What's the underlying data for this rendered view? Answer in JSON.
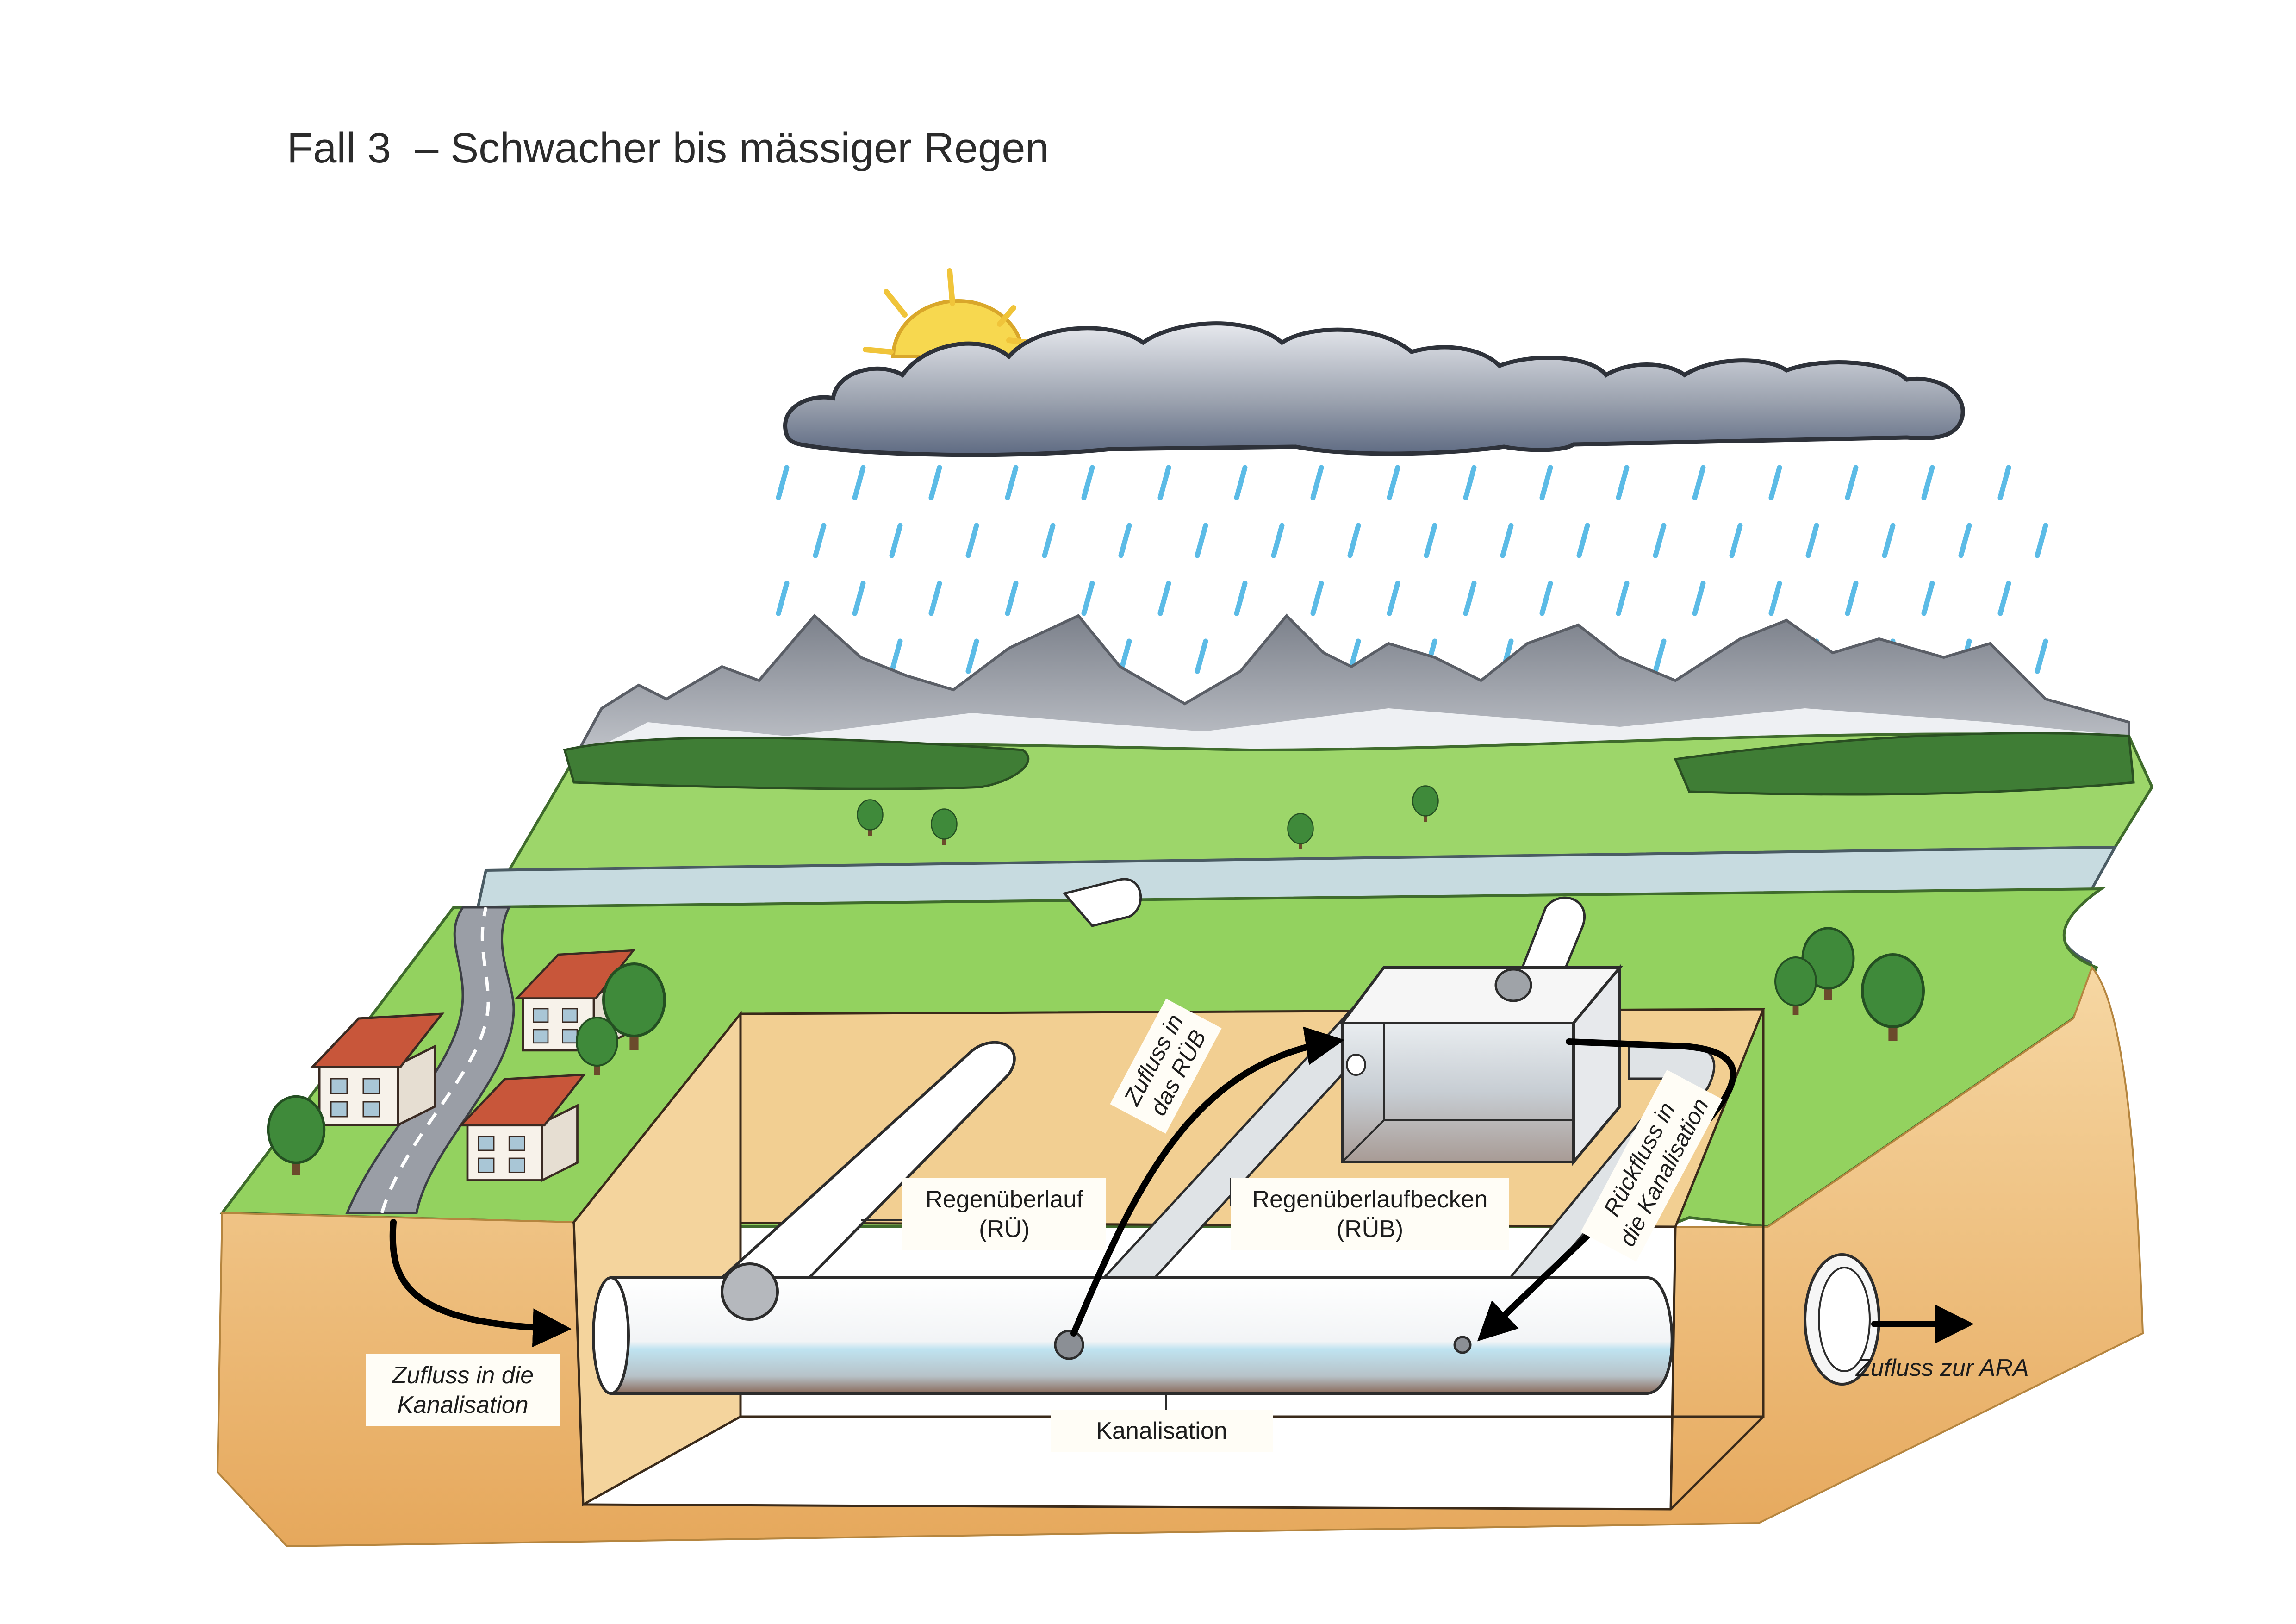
{
  "title": "Fall 3  – Schwacher bis mässiger Regen",
  "labels": {
    "regenueberlauf": {
      "line1": "Regenüberlauf",
      "line2": "(RÜ)"
    },
    "regenueberlaufbecken": {
      "line1": "Regenüberlaufbecken",
      "line2": "(RÜB)"
    },
    "kanalisation": "Kanalisation",
    "zufluss_kanalisation": {
      "line1": "Zufluss in die",
      "line2": "Kanalisation"
    },
    "zufluss_rueb": {
      "line1": "Zufluss in",
      "line2": "das RÜB"
    },
    "rueckfluss": {
      "line1": "Rückfluss in",
      "line2": "die Kanalisation"
    },
    "zufluss_ara": "Zufluss zur ARA"
  },
  "icons": {
    "sun": "sun-icon",
    "cloud": "rain-cloud-icon",
    "rain": "raindrop-icon",
    "house": "house-icon",
    "tree": "tree-icon"
  },
  "colors": {
    "soil": "#f0c07e",
    "soil_dark": "#d99a4e",
    "grass": "#8fd15a",
    "grass_dark": "#4c8a35",
    "river": "#c9dde2",
    "water": "#bfe3f0",
    "rain": "#5bbbe6",
    "cloud": "#6f7684",
    "sun": "#f5d54a",
    "mountain": "#8d929c",
    "arrow": "#000000"
  }
}
